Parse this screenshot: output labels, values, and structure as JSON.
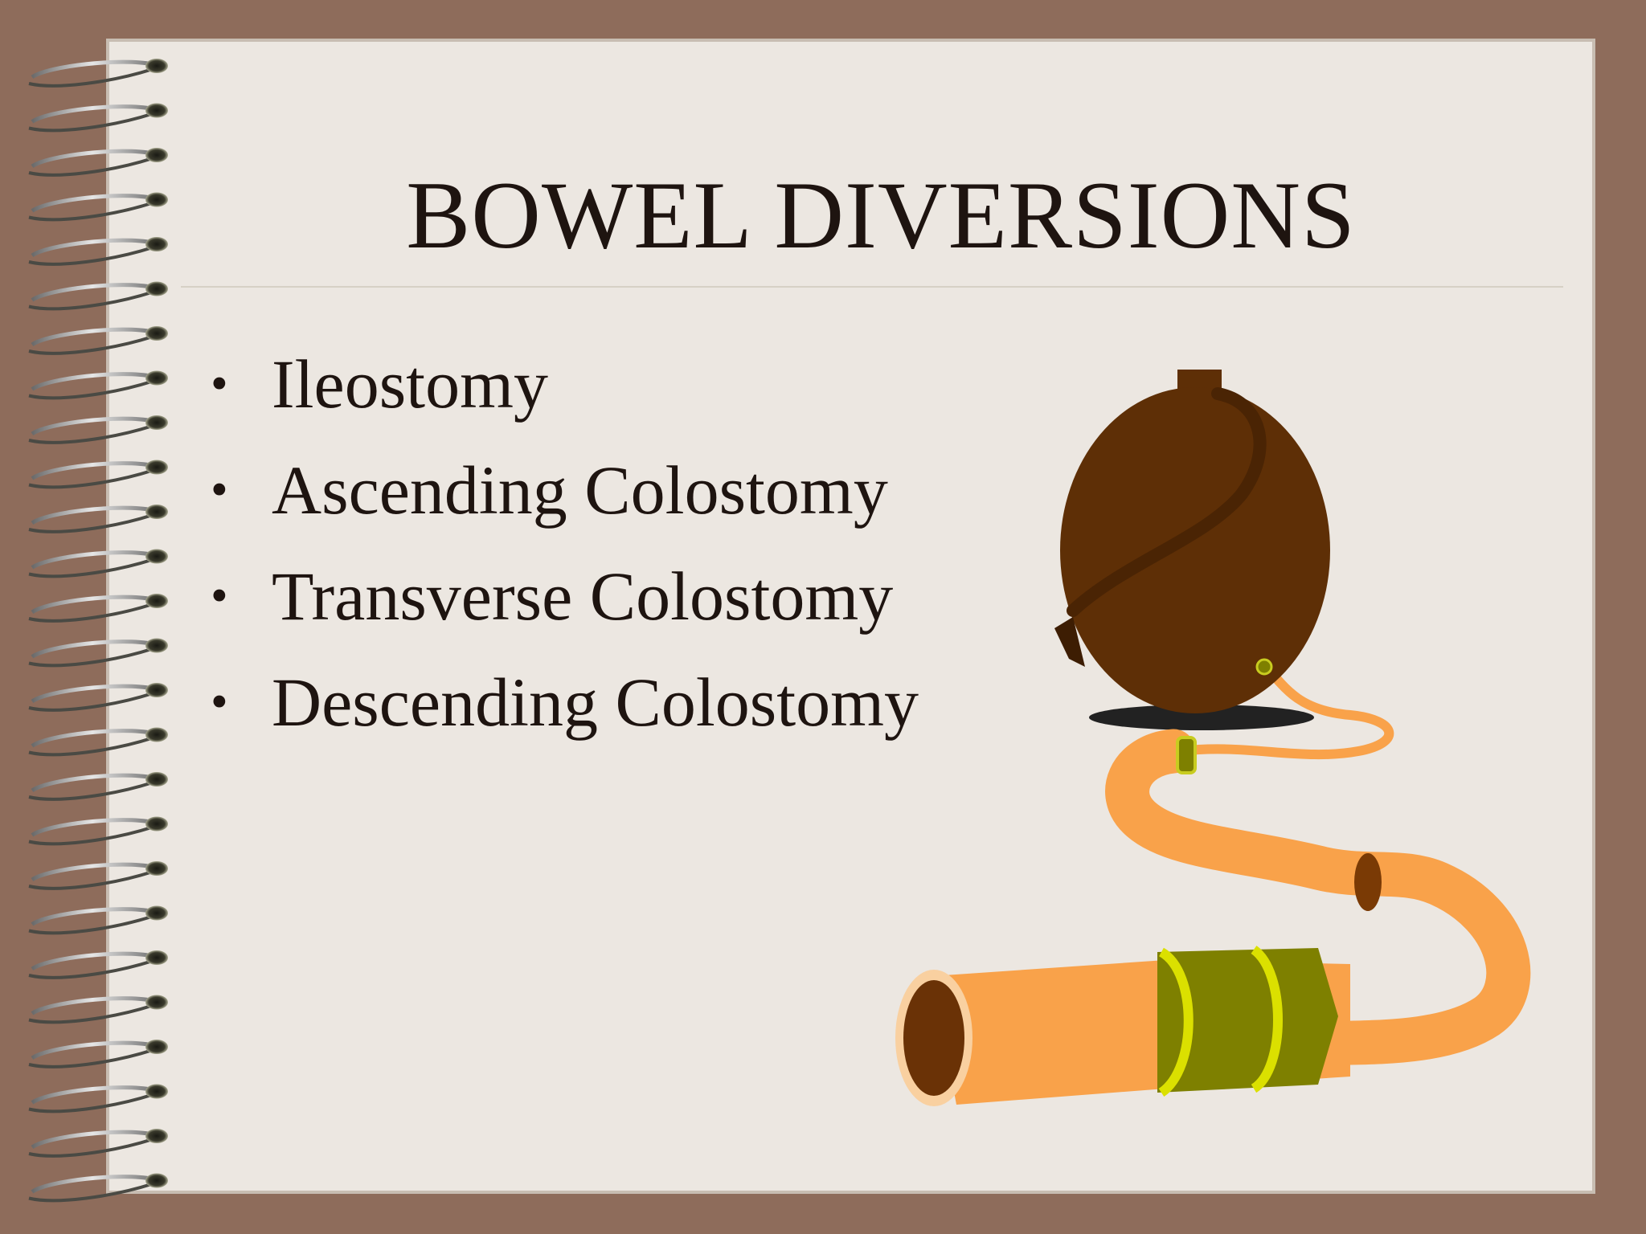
{
  "slide": {
    "title": "BOWEL DIVERSIONS",
    "bullets": [
      "Ileostomy",
      "Ascending Colostomy",
      "Transverse Colostomy",
      "Descending Colostomy"
    ],
    "bullet_symbol": "•"
  },
  "colors": {
    "background": "#8e6c5b",
    "page": "#ece7e1",
    "text": "#1e1410",
    "pouch": "#5e2f06",
    "tube": "#f9a24a",
    "band": "#7e8000",
    "band_highlight": "#dbe000"
  },
  "icons": {
    "binding": "spiral-binding-icon",
    "illustration": "ostomy-pouch-illustration"
  }
}
